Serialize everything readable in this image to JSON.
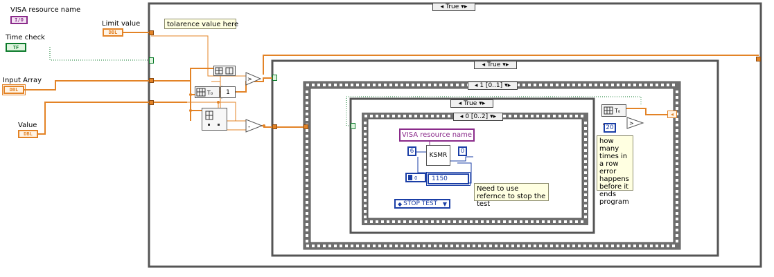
{
  "controls": {
    "visa_resource": {
      "label": "VISA resource name",
      "tag": "I/O"
    },
    "time_check": {
      "label": "Time check",
      "tag": "TF"
    },
    "limit_value": {
      "label": "Limit value",
      "tag": "DBL"
    },
    "input_array": {
      "label": "Input Array",
      "tag": "DBL"
    },
    "value": {
      "label": "Value",
      "tag": "DBL"
    }
  },
  "structures": {
    "outer_case_selector": "True",
    "middle_case_selector": "True",
    "sequence_outer_selector": "1 [0..1]",
    "inner_case_selector": "True",
    "sequence_inner_selector": "0 [0..2]"
  },
  "comments": {
    "tolerance": "tolarence value here",
    "need_reference": "Need to use refernce to stop the test",
    "error_count": "how many times in a row error happens before it ends program"
  },
  "constants": {
    "visa_resource_const": "VISA resource name",
    "num_6": "6",
    "num_0": "0",
    "num_1150": "1150",
    "num_20": "20",
    "stop_ring": "STOP TEST",
    "ksmr_node": "KSMR",
    "one_const": "1"
  },
  "colors": {
    "dbl_wire": "#e38326",
    "bool_wire": "#0b7a2a",
    "visa_wire": "#8a2a8a",
    "int_wire": "#1a3ea6",
    "frame": "#555555"
  }
}
